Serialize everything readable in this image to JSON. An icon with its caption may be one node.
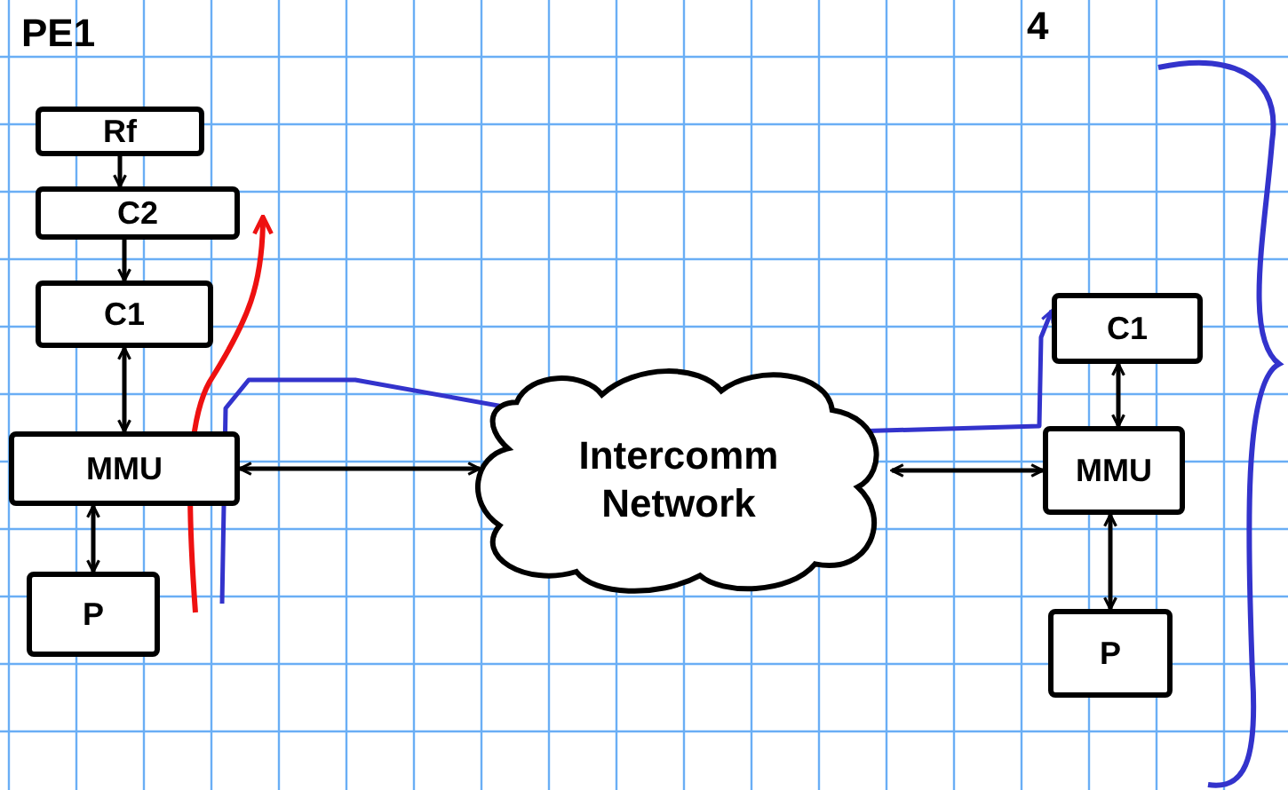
{
  "diagram": {
    "nodes": [
      {
        "text": [
          "Rf"
        ]
      },
      {
        "text": [
          "C2"
        ]
      },
      {
        "text": [
          "C1"
        ]
      },
      {
        "text": [
          "MMU"
        ]
      },
      {
        "text": [
          "P"
        ]
      },
      {
        "text": [
          "Intercomm Network"
        ]
      },
      {
        "text": [
          "C1"
        ]
      },
      {
        "text": [
          "MMU"
        ]
      },
      {
        "text": [
          "P"
        ]
      }
    ],
    "edges": [
      {
        "from": 0,
        "to": 1,
        "arrow": "to"
      },
      {
        "from": 1,
        "to": 2,
        "arrow": "to"
      },
      {
        "from": 2,
        "to": 3,
        "arrow": "both"
      },
      {
        "from": 3,
        "to": 4,
        "arrow": "both"
      },
      {
        "from": 3,
        "to": 5,
        "arrow": "both"
      },
      {
        "from": 5,
        "to": 7,
        "arrow": "both"
      },
      {
        "from": 6,
        "to": 7,
        "arrow": "both"
      },
      {
        "from": 7,
        "to": 8,
        "arrow": "both"
      },
      {
        "from": null,
        "to": 6,
        "arrow": "to",
        "color": "#3333cc"
      }
    ],
    "labels": [
      "PE1",
      "4"
    ]
  }
}
